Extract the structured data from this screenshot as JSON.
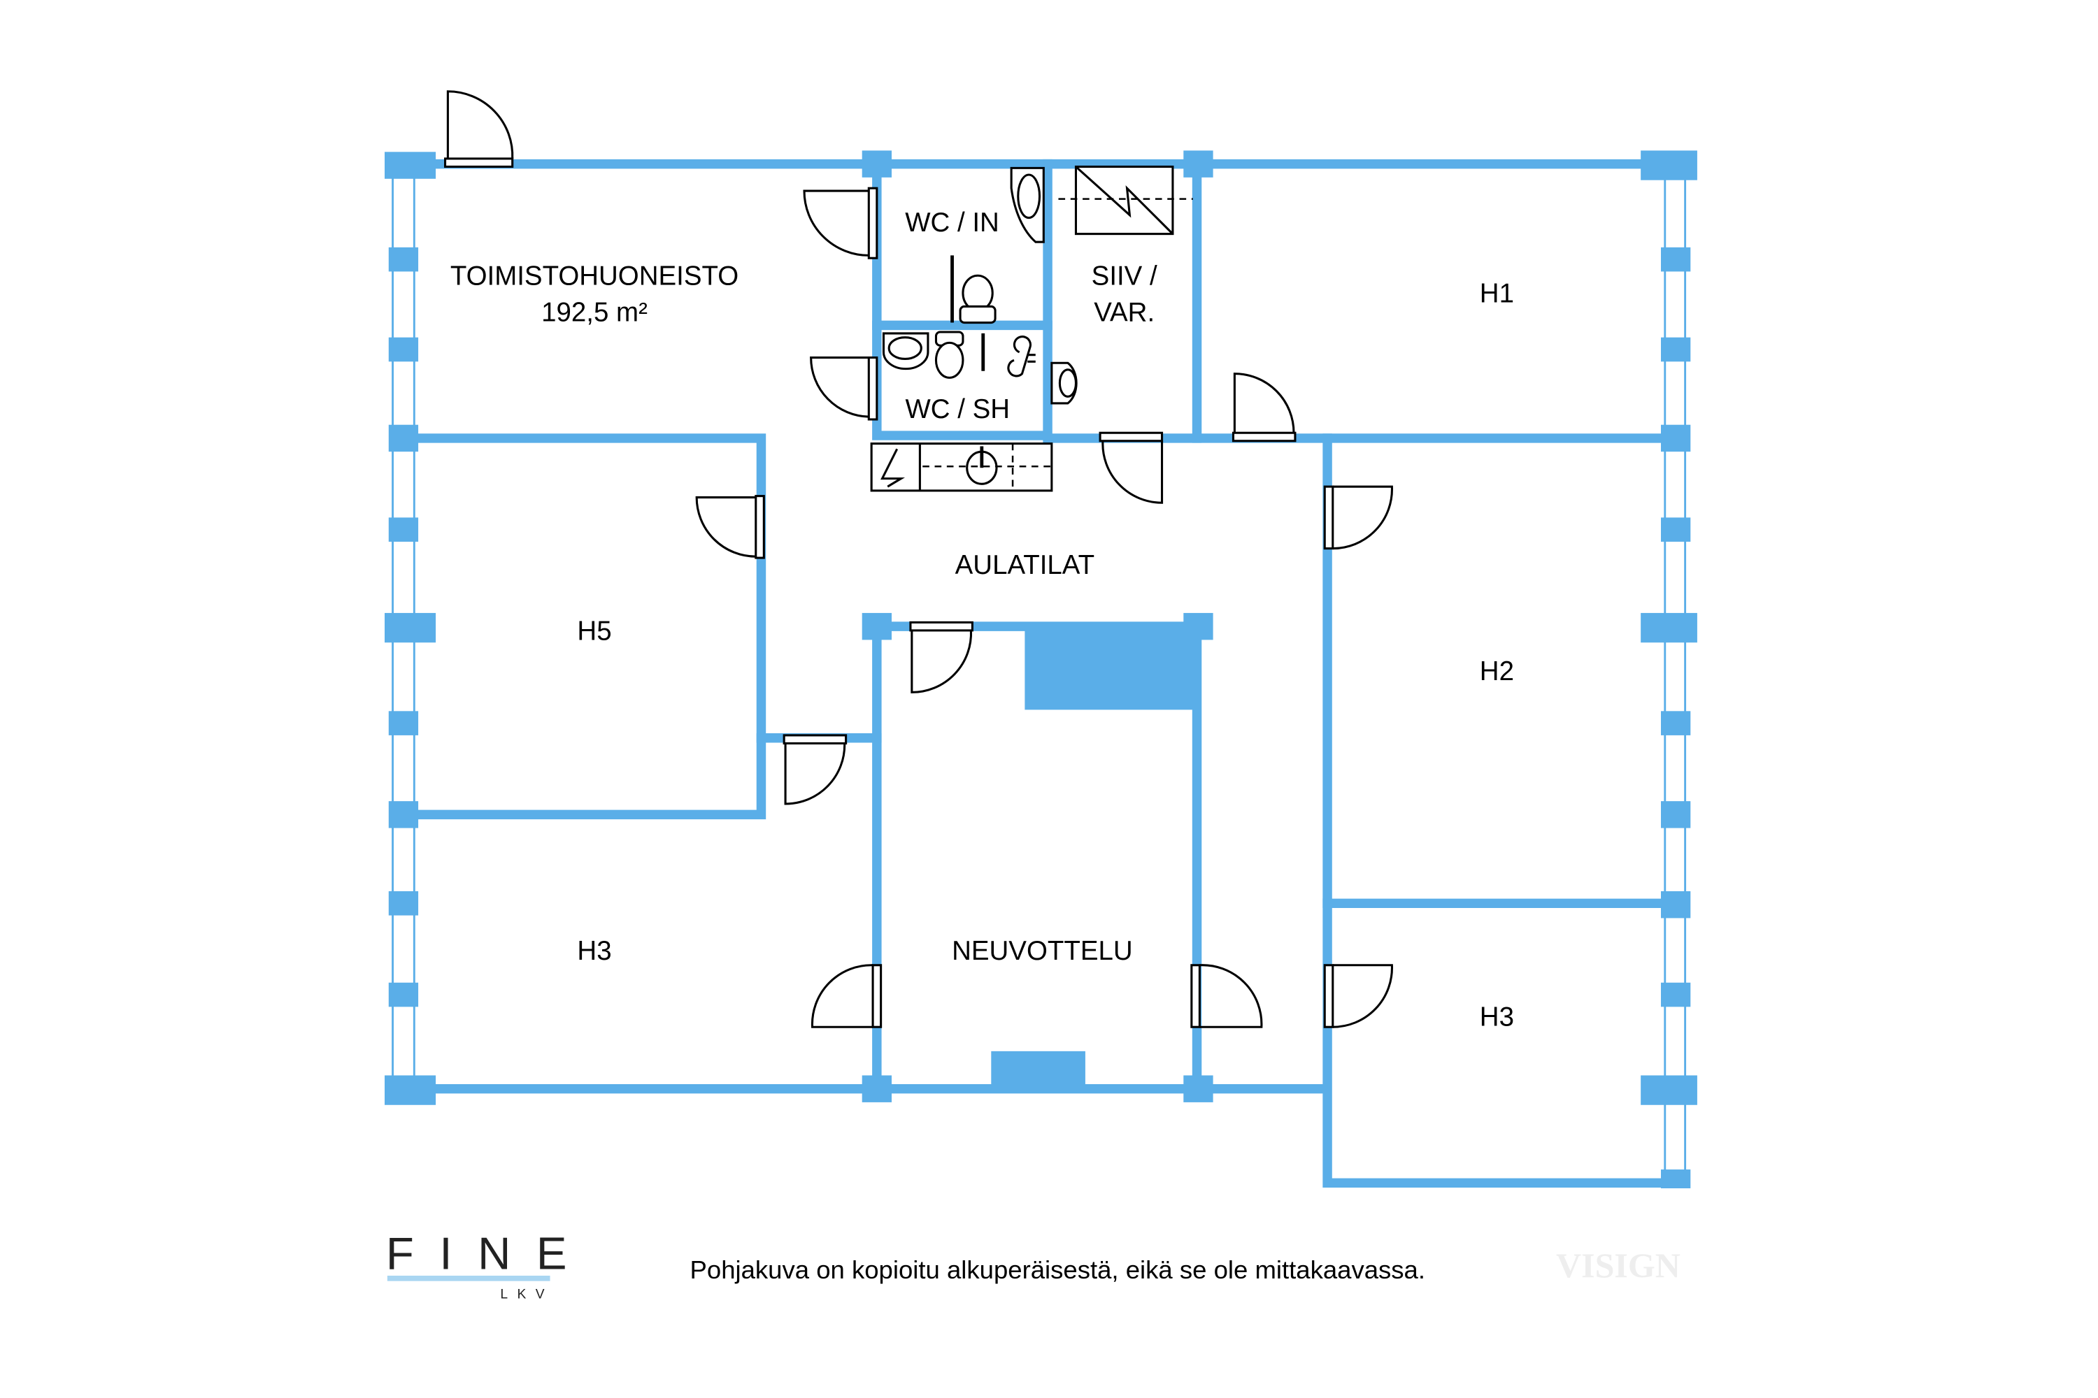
{
  "plan": {
    "rooms": {
      "main": "TOIMISTOHUONEISTO",
      "area": "192,5 m²",
      "wc_in": "WC / IN",
      "wc_sh": "WC / SH",
      "siiv_1": "SIIV /",
      "siiv_2": "VAR.",
      "h1": "H1",
      "h5": "H5",
      "aula": "AULATILAT",
      "h2": "H2",
      "h3_left": "H3",
      "neuvottelu": "NEUVOTTELU",
      "h3_right": "H3"
    },
    "wall_color": "#5aaee8"
  },
  "footer": {
    "logo": "FINE",
    "logo_sub": "LKV",
    "disclaimer": "Pohjakuva on kopioitu alkuperäisestä, eikä se ole mittakaavassa.",
    "watermark": "VISIGN"
  }
}
